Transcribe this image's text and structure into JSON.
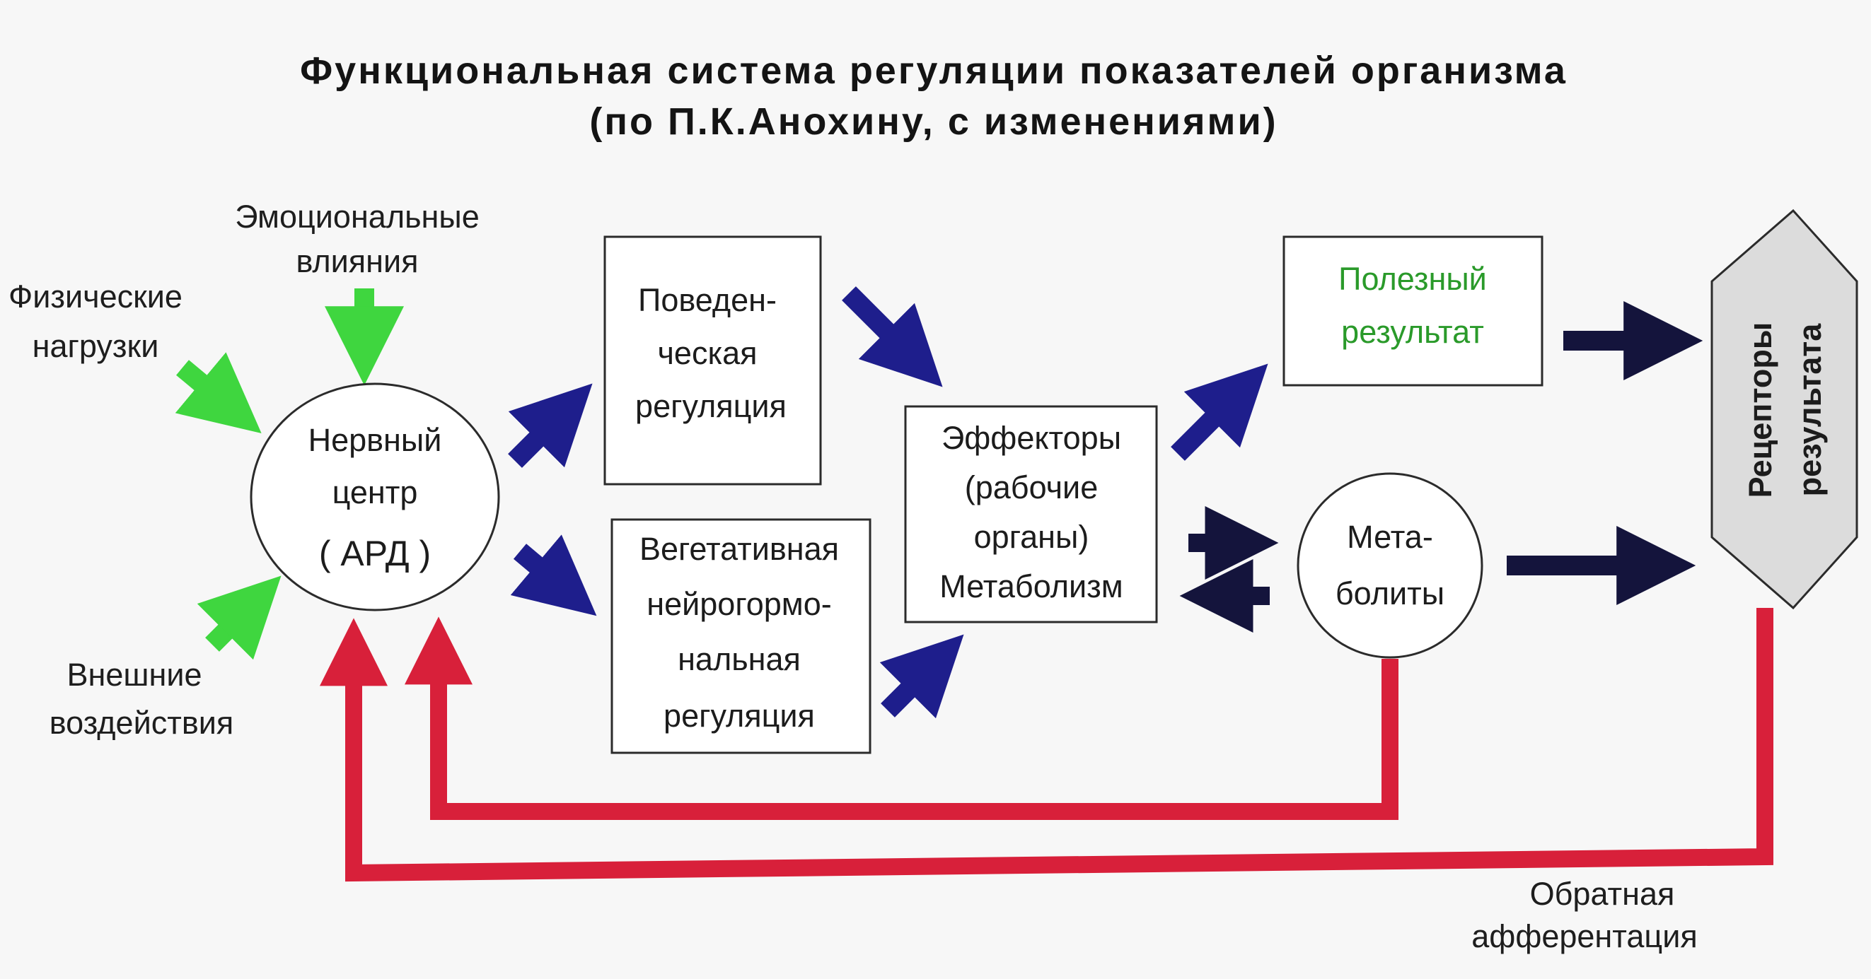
{
  "title": {
    "line1": "Функциональная система регуляции показателей организма",
    "line2": "(по П.К.Анохину, с изменениями)"
  },
  "inputs": {
    "emotional": [
      "Эмоциональные",
      "влияния"
    ],
    "physical": [
      "Физические",
      "нагрузки"
    ],
    "external": [
      "Внешние",
      "воздействия"
    ]
  },
  "nodes": {
    "nerve_center": [
      "Нервный",
      "центр",
      "( АРД )"
    ],
    "behavioral": [
      "Поведен-",
      "ческая",
      "регуляция"
    ],
    "vegetative": [
      "Вегетативная",
      "нейрогормо-",
      "нальная",
      "регуляция"
    ],
    "effectors": [
      "Эффекторы",
      "(рабочие",
      "органы)",
      "Метаболизм"
    ],
    "useful_result": [
      "Полезный",
      "результат"
    ],
    "metabolites": [
      "Мета-",
      "болиты"
    ],
    "receptors": [
      "Рецепторы",
      "результата"
    ]
  },
  "feedback_label": [
    "Обратная",
    "афферентация"
  ],
  "colors": {
    "green_arrow": "#3fd63f",
    "blue_arrow": "#1e1e8c",
    "dark_arrow": "#14143c",
    "red_feedback": "#d8203a",
    "green_text": "#2a9a2a",
    "receptor_fill": "#dcdcdc"
  }
}
